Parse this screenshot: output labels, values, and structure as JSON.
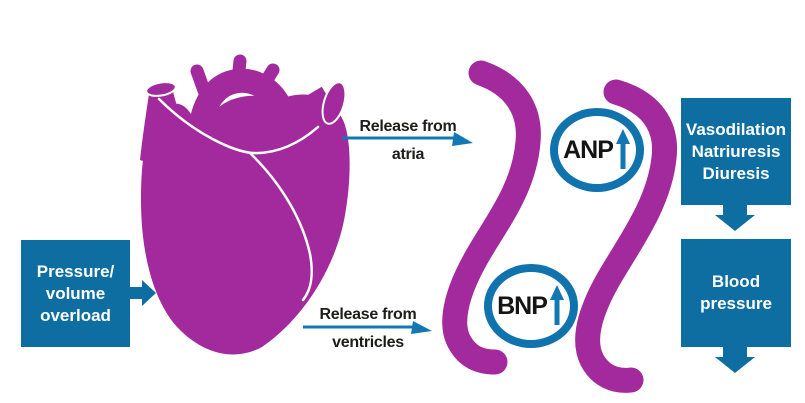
{
  "colors": {
    "heart_purple": "#A32A9C",
    "box_blue": "#0E6EA2",
    "arrow_blue": "#1377B4",
    "circle_blue": "#1173AD",
    "label_text": "#1D1D1B",
    "box_text": "#FFFFFF",
    "background": "#FFFFFF"
  },
  "pressure_box": {
    "lines": [
      "Pressure/",
      "volume",
      "overload"
    ]
  },
  "release_atria": {
    "line1": "Release from",
    "line2": "atria"
  },
  "release_ventricles": {
    "line1": "Release from",
    "line2": "ventricles"
  },
  "anp_badge": {
    "label": "ANP"
  },
  "bnp_badge": {
    "label": "BNP"
  },
  "effects_box": {
    "lines": [
      "Vasodilation",
      "Natriuresis",
      "Diuresis"
    ]
  },
  "blood_pressure_box": {
    "lines": [
      "Blood",
      "pressure"
    ]
  }
}
